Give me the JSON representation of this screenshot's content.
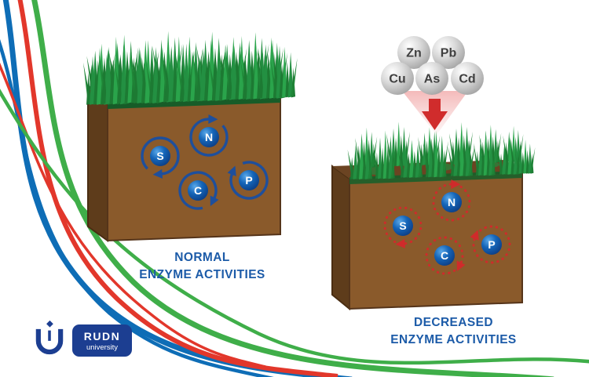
{
  "left_panel": {
    "caption_line1": "NORMAL",
    "caption_line2": "ENZYME ACTIVITIES",
    "nutrients": [
      "S",
      "N",
      "C",
      "P"
    ]
  },
  "right_panel": {
    "caption_line1": "DECREASED",
    "caption_line2": "ENZYME ACTIVITIES",
    "nutrients": [
      "S",
      "N",
      "C",
      "P"
    ],
    "heavy_metals": [
      "Zn",
      "Pb",
      "Cu",
      "As",
      "Cd"
    ]
  },
  "logo": {
    "acronym": "RUDN",
    "subtitle": "university"
  },
  "colors": {
    "caption_blue": "#1c5ba8",
    "cycle_blue": "#1e4f9c",
    "cycle_red": "#cf2b2b",
    "soil_front": "#8a5a2b",
    "soil_side": "#5e3c1b",
    "grass_green": "#1e7a33",
    "metal_gray": "#bdbdbd",
    "ribbon_blue": "#0e6db6",
    "ribbon_red": "#e2372b",
    "ribbon_green": "#3fae49"
  }
}
